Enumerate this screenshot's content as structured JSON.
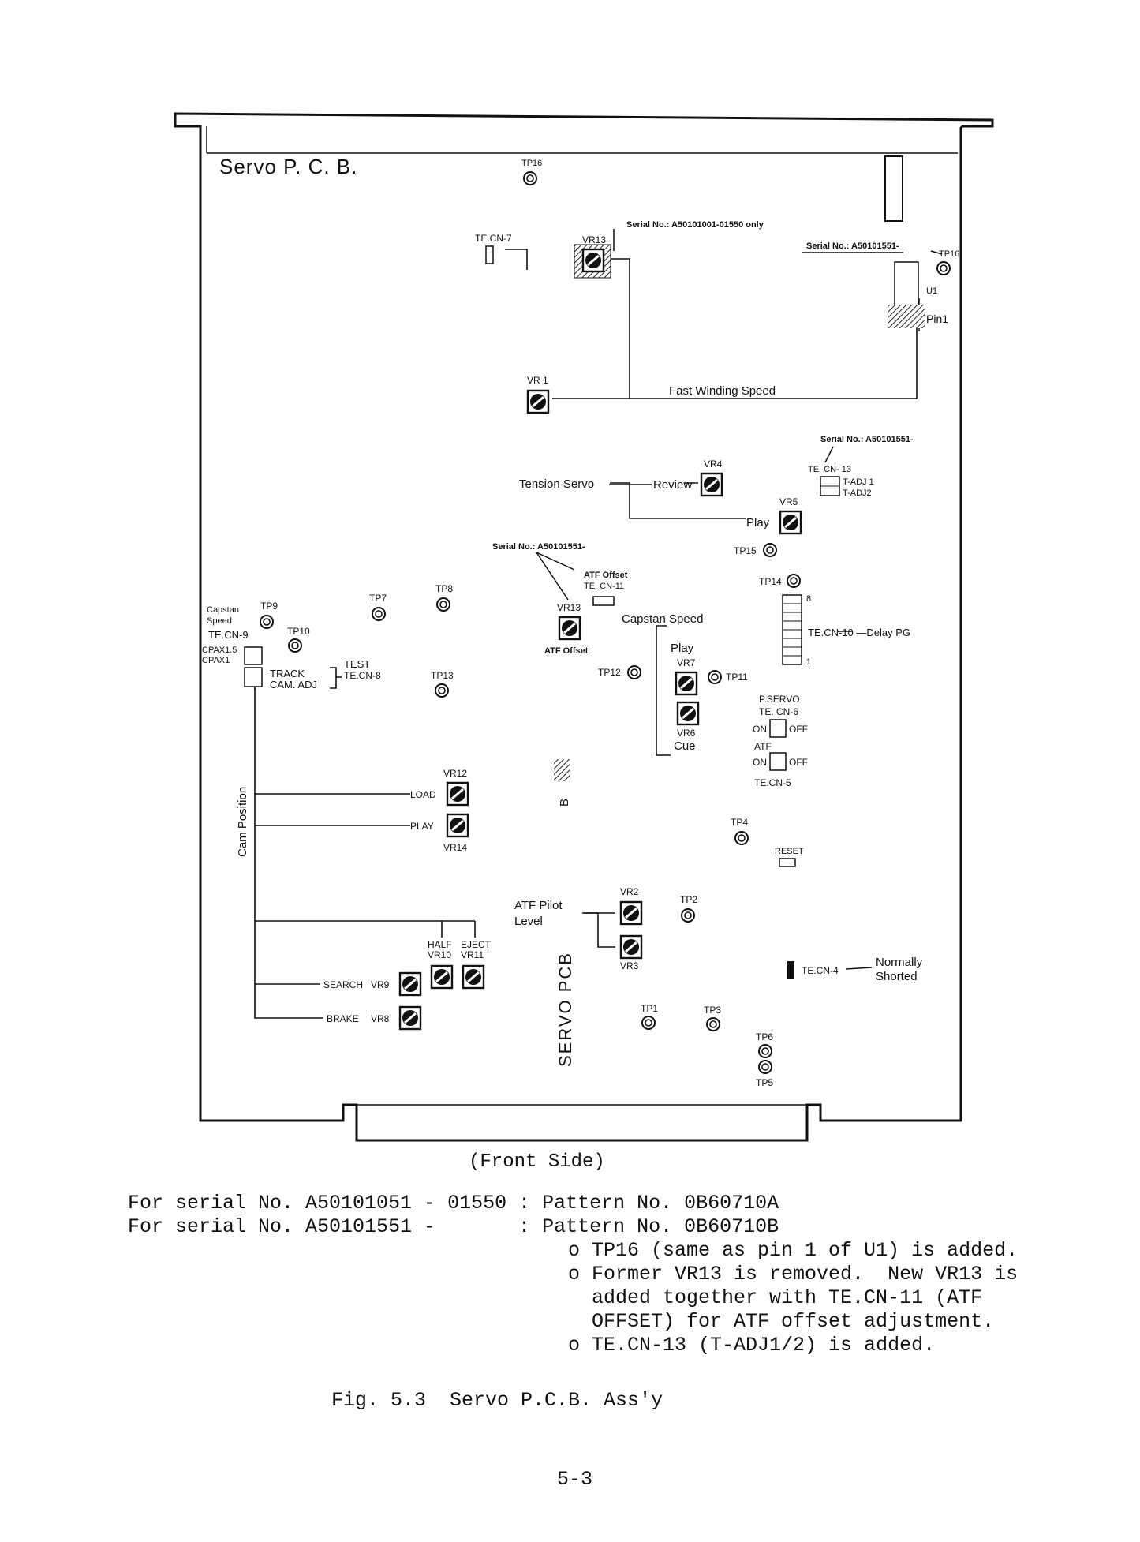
{
  "board": {
    "title": "Servo P. C. B.",
    "front_side": "(Front Side)",
    "vertical_label": "SERVO PCB",
    "cam_position": "Cam Position",
    "b_mark": "B",
    "serial_note_1": "Serial No.: A50101001-01550 only",
    "serial_note_2": "Serial No.: A50101551-",
    "serial_note_3": "Serial No.: A50101551-",
    "serial_note_4": "Serial No.: A50101551-",
    "fast_winding": "Fast Winding Speed",
    "tension_servo": "Tension Servo",
    "review": "Review",
    "play": "Play",
    "capstan_speed": "Capstan Speed",
    "play2": "Play",
    "cue": "Cue",
    "atf_offset_top": "ATF Offset",
    "atf_offset_bottom": "ATF Offset",
    "te_cn_11": "TE. CN-11",
    "te_cn_13": "TE. CN- 13",
    "t_adj1": "T-ADJ 1",
    "t_adj2": "T-ADJ2",
    "te_cn_10": "TE.CN-10 —Delay PG",
    "te_cn_10_pin8": "8",
    "te_cn_10_pin1": "1",
    "p_servo": "P.SERVO",
    "te_cn_6": "TE. CN-6",
    "on": "ON",
    "off": "OFF",
    "atf": "ATF",
    "te_cn_5": "TE.CN-5",
    "reset": "RESET",
    "te_cn_4": "TE.CN-4",
    "normally": "Normally",
    "shorted": "Shorted",
    "te_cn_7": "TE.CN-7",
    "capstan": "Capstan",
    "speed": "Speed",
    "te_cn_9": "TE.CN-9",
    "cpax15": "CPAX1.5",
    "cpax1": "CPAX1",
    "track": "TRACK",
    "cam_adj": "CAM. ADJ",
    "test": "TEST",
    "te_cn_8": "TE.CN-8",
    "load": "LOAD",
    "play3": "PLAY",
    "half": "HALF",
    "eject": "EJECT",
    "search": "SEARCH",
    "brake": "BRAKE",
    "atf_pilot": "ATF Pilot",
    "level": "Level",
    "u1": "U1",
    "pin1": "Pin1",
    "tp": {
      "tp1": "TP1",
      "tp2": "TP2",
      "tp3": "TP3",
      "tp4": "TP4",
      "tp5": "TP5",
      "tp6": "TP6",
      "tp7": "TP7",
      "tp8": "TP8",
      "tp9": "TP9",
      "tp10": "TP10",
      "tp11": "TP11",
      "tp12": "TP12",
      "tp13": "TP13",
      "tp14": "TP14",
      "tp15": "TP15",
      "tp16_top": "TP16",
      "tp16_right": "TP16"
    },
    "vr": {
      "vr1": "VR 1",
      "vr2": "VR2",
      "vr3": "VR3",
      "vr4": "VR4",
      "vr5": "VR5",
      "vr6": "VR6",
      "vr7": "VR7",
      "vr8": "VR8",
      "vr9": "VR9",
      "vr10": "VR10",
      "vr11": "VR11",
      "vr12": "VR12",
      "vr13_old": "VR13",
      "vr13_new": "VR13",
      "vr14": "VR14"
    }
  },
  "notes": [
    "For serial No. A50101051 - 01550 : Pattern No. 0B60710A",
    "For serial No. A50101551 -       : Pattern No. 0B60710B",
    "o TP16 (same as pin 1 of U1) is added.",
    "o Former VR13 is removed.  New VR13 is",
    "added together with TE.CN-11 (ATF",
    "OFFSET) for ATF offset adjustment.",
    "o TE.CN-13 (T-ADJ1/2) is added."
  ],
  "caption": "Fig. 5.3  Servo P.C.B. Ass'y",
  "page_number": "5-3"
}
